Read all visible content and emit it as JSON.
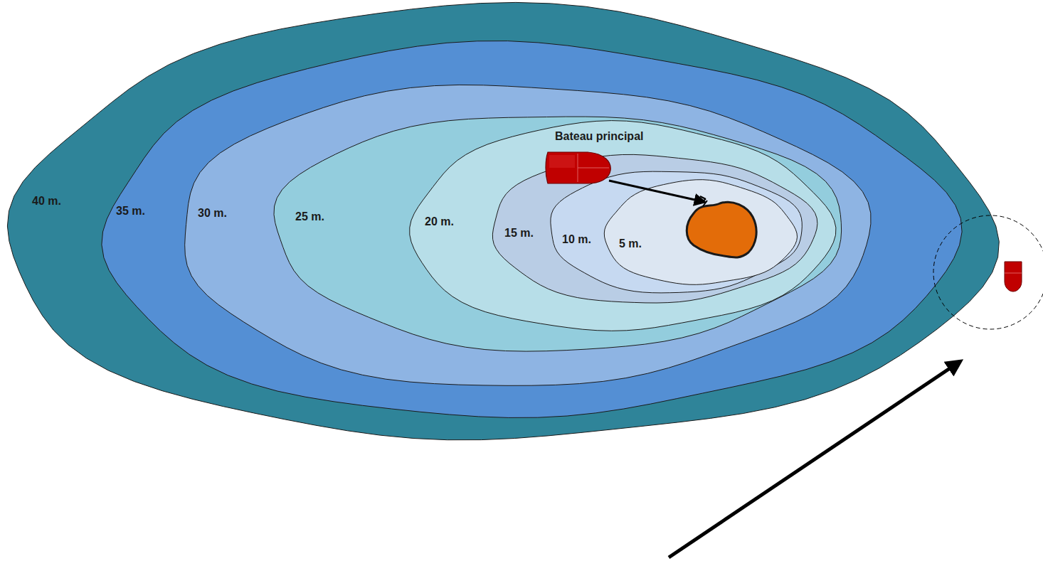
{
  "diagram": {
    "nodes": [
      {
        "text": [
          "40 m."
        ]
      },
      {
        "text": [
          "35 m."
        ],
        "in": 0
      },
      {
        "text": [
          "30 m."
        ],
        "in": 1
      },
      {
        "text": [
          "25 m."
        ],
        "in": 2
      },
      {
        "text": [
          "20 m."
        ],
        "in": 3
      },
      {
        "text": [
          "15 m."
        ],
        "in": 4
      },
      {
        "text": [
          "10 m."
        ],
        "in": 5
      },
      {
        "text": [
          "5 m."
        ],
        "in": 6
      }
    ],
    "labels": [
      "Bateau principal"
    ]
  }
}
